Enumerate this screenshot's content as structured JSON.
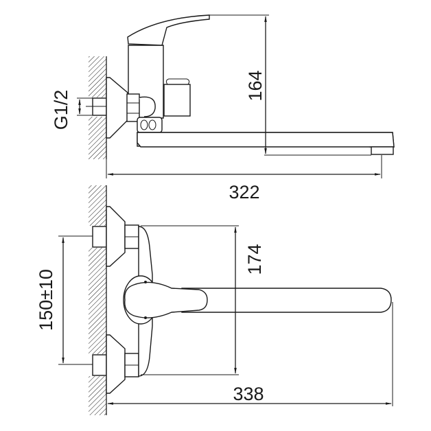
{
  "drawing": {
    "side_view": {
      "height_label": "164",
      "length_label": "322",
      "thread_label": "G1/2"
    },
    "top_view": {
      "height_label": "174",
      "spacing_label": "150±10",
      "length_label": "338"
    },
    "line_color": "#1a1a1a"
  }
}
